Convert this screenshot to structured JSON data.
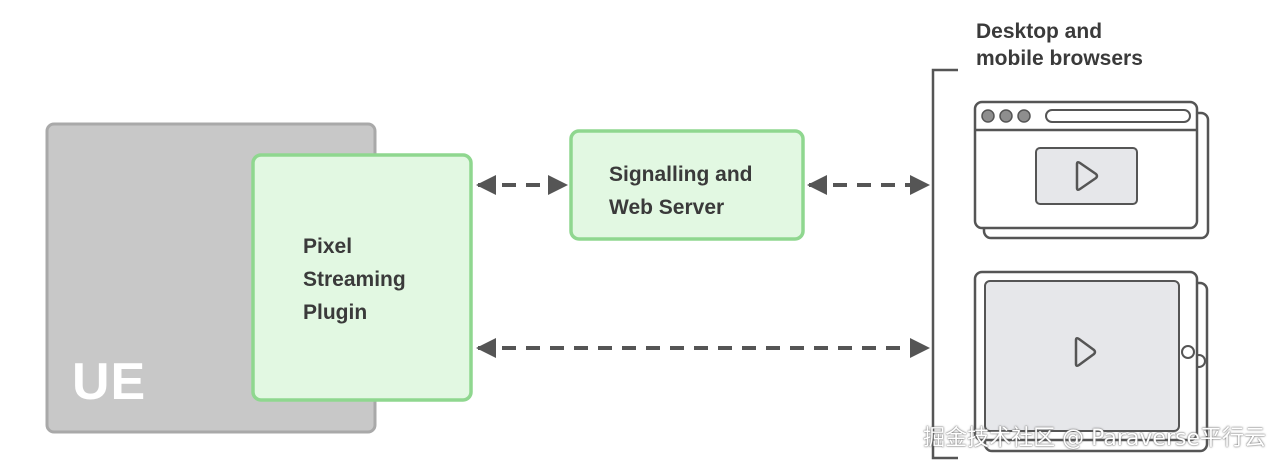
{
  "diagram": {
    "ue_label": "UE",
    "plugin_lines": [
      "Pixel",
      "Streaming",
      "Plugin"
    ],
    "server_lines": [
      "Signalling and",
      "Web Server"
    ],
    "browsers_lines": [
      "Desktop and",
      "mobile browsers"
    ],
    "watermark": "掘金技术社区 @ Paraverse平行云"
  },
  "colors": {
    "ue_box_fill": "#c8c8c8",
    "ue_box_stroke": "#a8a8a8",
    "green_fill": "#e2f8e2",
    "green_stroke": "#8fd78f",
    "arrow": "#555555",
    "device_stroke": "#555555",
    "screen_fill": "#e6e7ea"
  },
  "icons": [
    "play-icon",
    "browser-dots-icon",
    "tablet-home-button-icon"
  ]
}
